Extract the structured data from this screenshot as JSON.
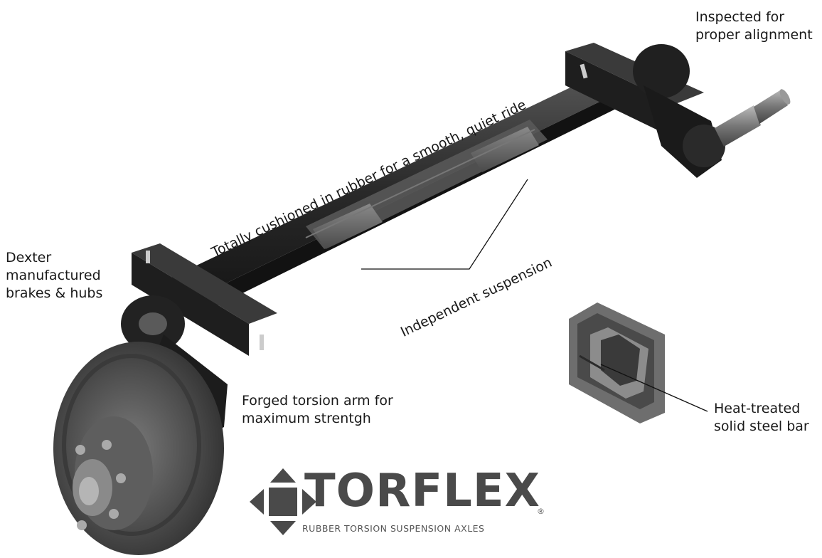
{
  "callouts": {
    "alignment": [
      "Inspected for",
      "proper alignment"
    ],
    "cushioned": "Totally cushioned in rubber for a smooth, quiet ride",
    "dexter": [
      "Dexter",
      "manufactured",
      "brakes & hubs"
    ],
    "independent": "Independent suspension",
    "forged": [
      "Forged torsion arm for",
      "maximum strentgh"
    ],
    "heat_treated": [
      "Heat-treated",
      "solid steel bar"
    ]
  },
  "logo": {
    "name": "TORFLEX",
    "registered": "®",
    "tagline": "RUBBER TORSION SUSPENSION AXLES",
    "color": "#4a4a4a"
  },
  "colors": {
    "metal_dark": "#222222",
    "metal_mid": "#3c3c3c",
    "rubber": "#6a6a6a",
    "drum": "#5a5a5a",
    "leader": "#111111"
  }
}
